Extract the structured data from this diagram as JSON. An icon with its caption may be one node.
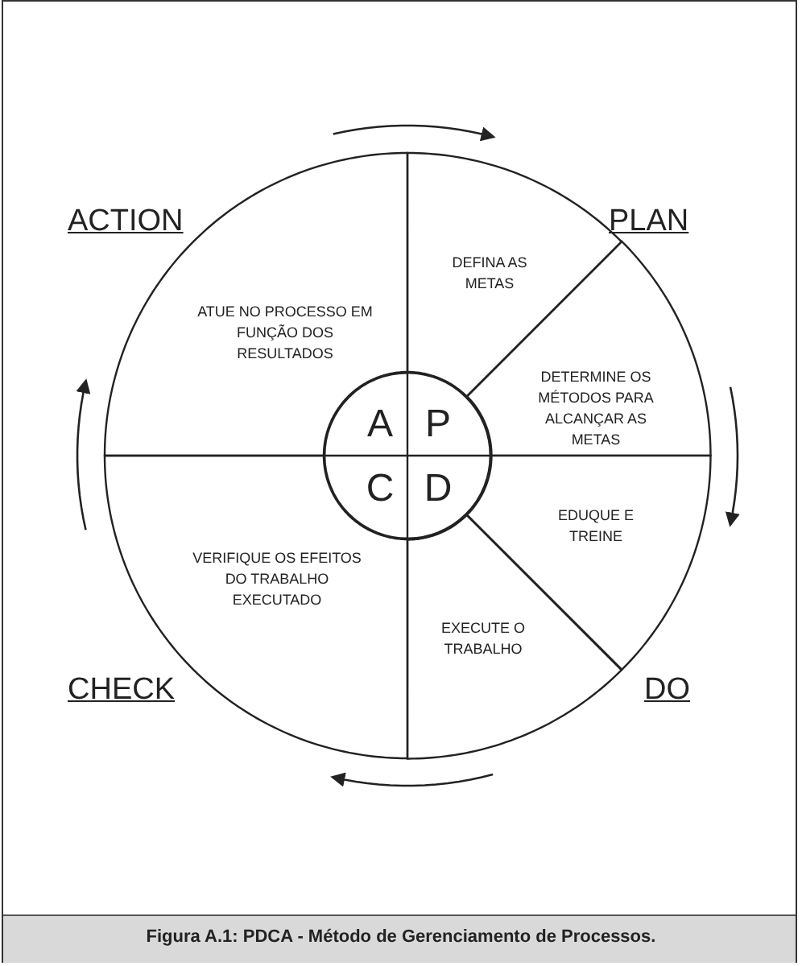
{
  "diagram": {
    "caption": "Figura A.1: PDCA - Método de Gerenciamento de Processos.",
    "nodes": [
      {
        "text": [
          "ATUE NO PROCESSO EM FUNÇÃO DOS RESULTADOS"
        ]
      },
      {
        "text": [
          "DEFINA AS METAS"
        ]
      },
      {
        "text": [
          "DETERMINE OS MÉTODOS PARA ALCANÇAR AS METAS"
        ]
      },
      {
        "text": [
          "EDUQUE E TREINE"
        ]
      },
      {
        "text": [
          "EXECUTE O TRABALHO"
        ]
      },
      {
        "text": [
          "VERIFIQUE OS EFEITOS DO TRABALHO EXECUTADO"
        ]
      },
      {
        "text": [
          "A",
          "P",
          "C",
          "D"
        ]
      }
    ],
    "labels": [
      "ACTION",
      "PLAN",
      "CHECK",
      "DO"
    ]
  }
}
